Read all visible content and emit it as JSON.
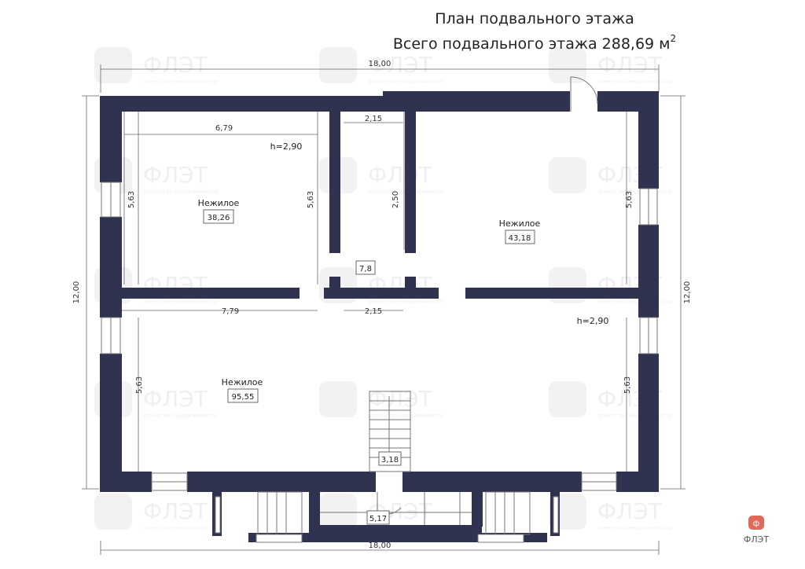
{
  "header": {
    "title": "План подвального этажа",
    "total_prefix": "Всего подвального этажа 288,69 м",
    "total_sup": "2"
  },
  "dimensions": {
    "overall_width_top": "18,00",
    "overall_width_bottom": "18,00",
    "overall_height_left": "12,00",
    "overall_height_right": "12,00",
    "room1_width": "6,79",
    "room1_height_left": "5,63",
    "room1_height_right": "5,63",
    "corridor_width": "2,15",
    "corridor_height": "2,50",
    "room2_height": "5,63",
    "lower_width": "7,79",
    "lower_corridor_width": "2,15",
    "room3_height_left": "5,63",
    "room3_height_right": "5,63"
  },
  "rooms": {
    "room1": {
      "name": "Нежилое",
      "area": "38,26",
      "ceiling": "h=2,90"
    },
    "room2": {
      "name": "Нежилое",
      "area": "43,18"
    },
    "room3": {
      "name": "Нежилое",
      "area": "95,55",
      "ceiling": "h=2,90"
    },
    "corridor_area": "7,8",
    "stair_area": "3,18",
    "entrance_area": "5,17"
  },
  "watermark": {
    "logo_text": "ФЛЭТ",
    "tagline": "агентство недвижимости"
  },
  "brand": {
    "logo_text": "ФЛЭТ"
  },
  "colors": {
    "wall": "#2f3350",
    "brand": "#e06a5a"
  }
}
